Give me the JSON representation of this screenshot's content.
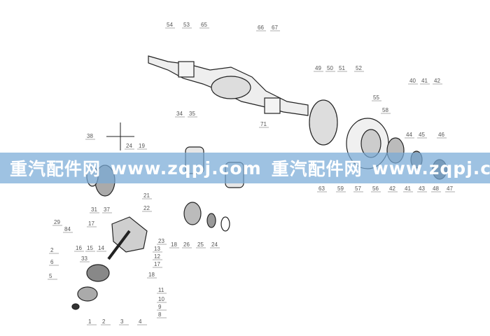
{
  "diagram": {
    "title": "Rear drive axle exploded parts diagram",
    "labels": [
      "54",
      "53",
      "65",
      "66",
      "67",
      "49",
      "50",
      "51",
      "52",
      "40",
      "41",
      "42",
      "55",
      "58",
      "44",
      "45",
      "46",
      "34",
      "35",
      "71",
      "38",
      "24",
      "19",
      "29",
      "2",
      "31",
      "37",
      "17",
      "84",
      "16",
      "15",
      "14",
      "6",
      "5",
      "33",
      "1",
      "2",
      "3",
      "4",
      "13",
      "12",
      "17",
      "18",
      "11",
      "10",
      "9",
      "8",
      "23",
      "21",
      "22",
      "18",
      "26",
      "25",
      "24",
      "63",
      "59",
      "57",
      "56",
      "42",
      "41",
      "43",
      "48",
      "47"
    ]
  },
  "watermark": {
    "text_1": "重汽配件网",
    "text_2": "www.zqpj.com",
    "text_3": "重汽配件网",
    "text_4": "www.zqpj.com"
  }
}
